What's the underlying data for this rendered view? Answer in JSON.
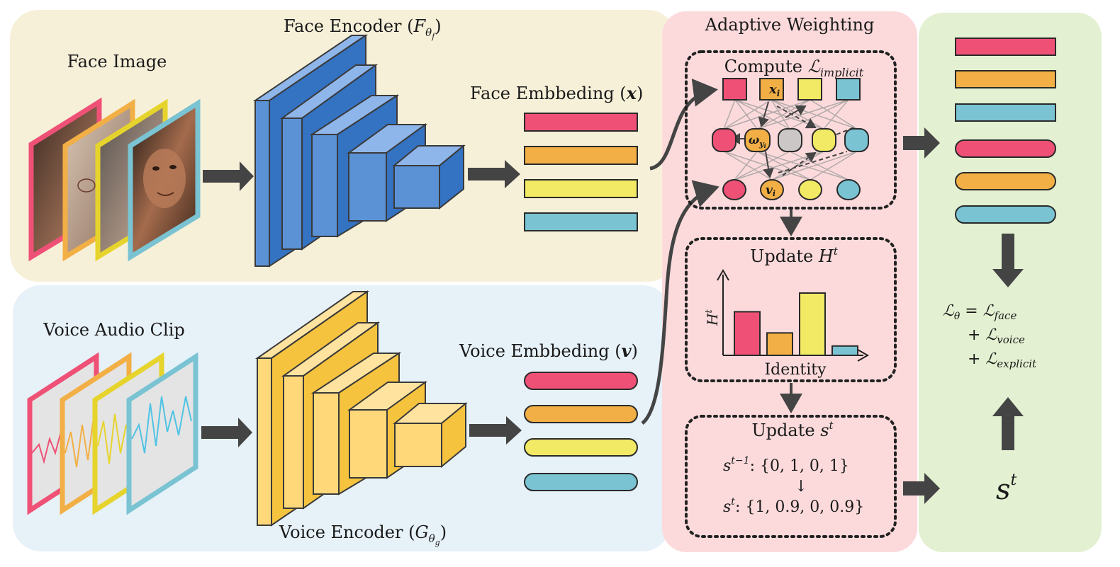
{
  "panels": {
    "face": {
      "image_label": "Face Image",
      "encoder_label": "Face Encoder (",
      "encoder_symbol": "F",
      "encoder_sub": "θ",
      "encoder_subsub": "f",
      "embedding_label": "Face Embbeding (",
      "embedding_symbol": "x"
    },
    "voice": {
      "clip_label": "Voice Audio Clip",
      "encoder_label": "Voice Encoder (",
      "encoder_symbol": "G",
      "encoder_sub": "θ",
      "encoder_subsub": "g",
      "embedding_label": "Voice Embbeding (",
      "embedding_symbol": "v"
    },
    "adaptive": {
      "title": "Adaptive Weighting",
      "compute_label": "Compute ",
      "compute_symbol": "ℒ",
      "compute_sub": "implicit",
      "node_x": "x",
      "node_x_sub": "i",
      "node_w": "ω",
      "node_w_sub": "y",
      "node_w_subsub": "i",
      "node_v": "v",
      "node_v_sub": "i",
      "update_h_label": "Update ",
      "update_h_symbol": "H",
      "update_h_sup": "t",
      "hist_ylabel": "H",
      "hist_ylabel_sup": "t",
      "hist_xlabel": "Identity",
      "update_s_label": "Update ",
      "update_s_symbol": "s",
      "update_s_sup": "t",
      "s_prev_symbol": "s",
      "s_prev_sup": "t−1",
      "s_prev_values": ": {0, 1, 0, 1}",
      "transition_arrow": "↓",
      "s_next_symbol": "s",
      "s_next_sup": "t",
      "s_next_values": ": {1, 0.9, 0, 0.9}"
    },
    "loss": {
      "line1_lhs": "ℒ",
      "line1_lhs_sub": "θ",
      "line1_rhs": " = ℒ",
      "line1_rhs_sub": "face",
      "line2": "+ ℒ",
      "line2_sub": "voice",
      "line3": "+ ℒ",
      "line3_sub": "explicit",
      "s_symbol": "s",
      "s_sup": "t"
    }
  },
  "histogram": {
    "values": [
      0.7,
      0.36,
      1.0,
      0.15
    ]
  },
  "colors": {
    "face_bg": "#f7f0d9",
    "voice_bg": "#e6f1f8",
    "adaptive_bg": "#fcdadb",
    "loss_bg": "#e3f0d1",
    "pink": "#ef5176",
    "orange": "#f2af45",
    "yellow": "#f2e964",
    "teal": "#79c3d3",
    "blue_front": "#5b92d6",
    "blue_top": "#8fb6ea",
    "blue_side": "#3472c2",
    "gold_front": "#ffd87a",
    "gold_top": "#ffe39f",
    "gold_side": "#f6c33e",
    "arrow": "#444444"
  }
}
